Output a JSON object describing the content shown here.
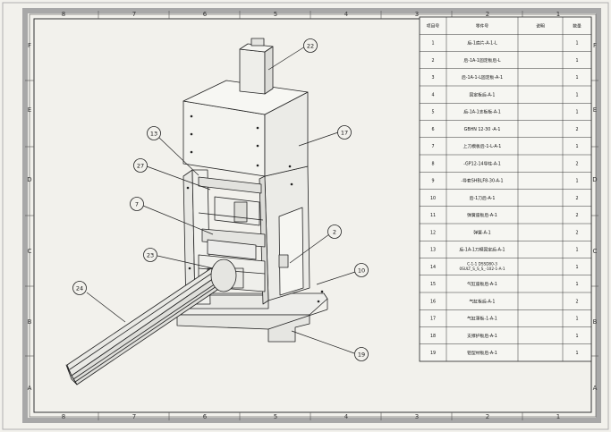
{
  "zones": {
    "top": [
      "8",
      "7",
      "6",
      "5",
      "4",
      "3",
      "2",
      "1"
    ],
    "bottom": [
      "8",
      "7",
      "6",
      "5",
      "4",
      "3",
      "2",
      "1"
    ],
    "left": [
      "F",
      "E",
      "D",
      "C",
      "B",
      "A"
    ],
    "right": [
      "F",
      "E",
      "D",
      "C",
      "B",
      "A"
    ]
  },
  "bom": {
    "headers": [
      "项目号",
      "零件号",
      "说明",
      "数量"
    ],
    "rows": [
      {
        "item": "1",
        "part": "后-1底片-A-1-L",
        "desc": "",
        "qty": "1"
      },
      {
        "item": "2",
        "part": "后-1A-1固定板后-L",
        "desc": "",
        "qty": "1"
      },
      {
        "item": "3",
        "part": "后-1A-1-L固定板-A-1",
        "desc": "",
        "qty": "1"
      },
      {
        "item": "4",
        "part": "固定板后-A-1",
        "desc": "",
        "qty": "1"
      },
      {
        "item": "5",
        "part": "后-1A-1支板板-A-1",
        "desc": "",
        "qty": "1"
      },
      {
        "item": "6",
        "part": "GBHN 12-30 -A-1",
        "desc": "",
        "qty": "2"
      },
      {
        "item": "7",
        "part": "上刀模板后-1-L-A-1",
        "desc": "",
        "qty": "1"
      },
      {
        "item": "8",
        "part": "-GP12-14导柱-A-1",
        "desc": "",
        "qty": "2"
      },
      {
        "item": "9",
        "part": "-导套SHBLF8-30-A-1",
        "desc": "",
        "qty": "1"
      },
      {
        "item": "10",
        "part": "后-1刀后-A-1",
        "desc": "",
        "qty": "2"
      },
      {
        "item": "11",
        "part": "弹簧座板后-A-1",
        "desc": "",
        "qty": "2"
      },
      {
        "item": "12",
        "part": "弹簧-A-1",
        "desc": "",
        "qty": "2"
      },
      {
        "item": "13",
        "part": "后-1A-1刀模固定后-A-1",
        "desc": "",
        "qty": "1"
      },
      {
        "item": "14",
        "part": "C-1-1 DSSD80-30SULT_S_S_S_-102-1-A-1",
        "desc": "",
        "qty": "1"
      },
      {
        "item": "15",
        "part": "气缸座板后-A-1",
        "desc": "",
        "qty": "1"
      },
      {
        "item": "16",
        "part": "气缸板后-A-1",
        "desc": "",
        "qty": "2"
      },
      {
        "item": "17",
        "part": "气缸罩板-1-A-1",
        "desc": "",
        "qty": "1"
      },
      {
        "item": "18",
        "part": "支撑护板后-A-1",
        "desc": "",
        "qty": "1"
      },
      {
        "item": "19",
        "part": "铝型材板后-A-1",
        "desc": "",
        "qty": "1"
      }
    ]
  },
  "balloons": [
    "22",
    "17",
    "13",
    "27",
    "7",
    "2",
    "23",
    "10",
    "24",
    "19"
  ],
  "colors": {
    "background": "#f2f1ec",
    "line": "#222222",
    "frame_gray": "#9a9a9a"
  }
}
